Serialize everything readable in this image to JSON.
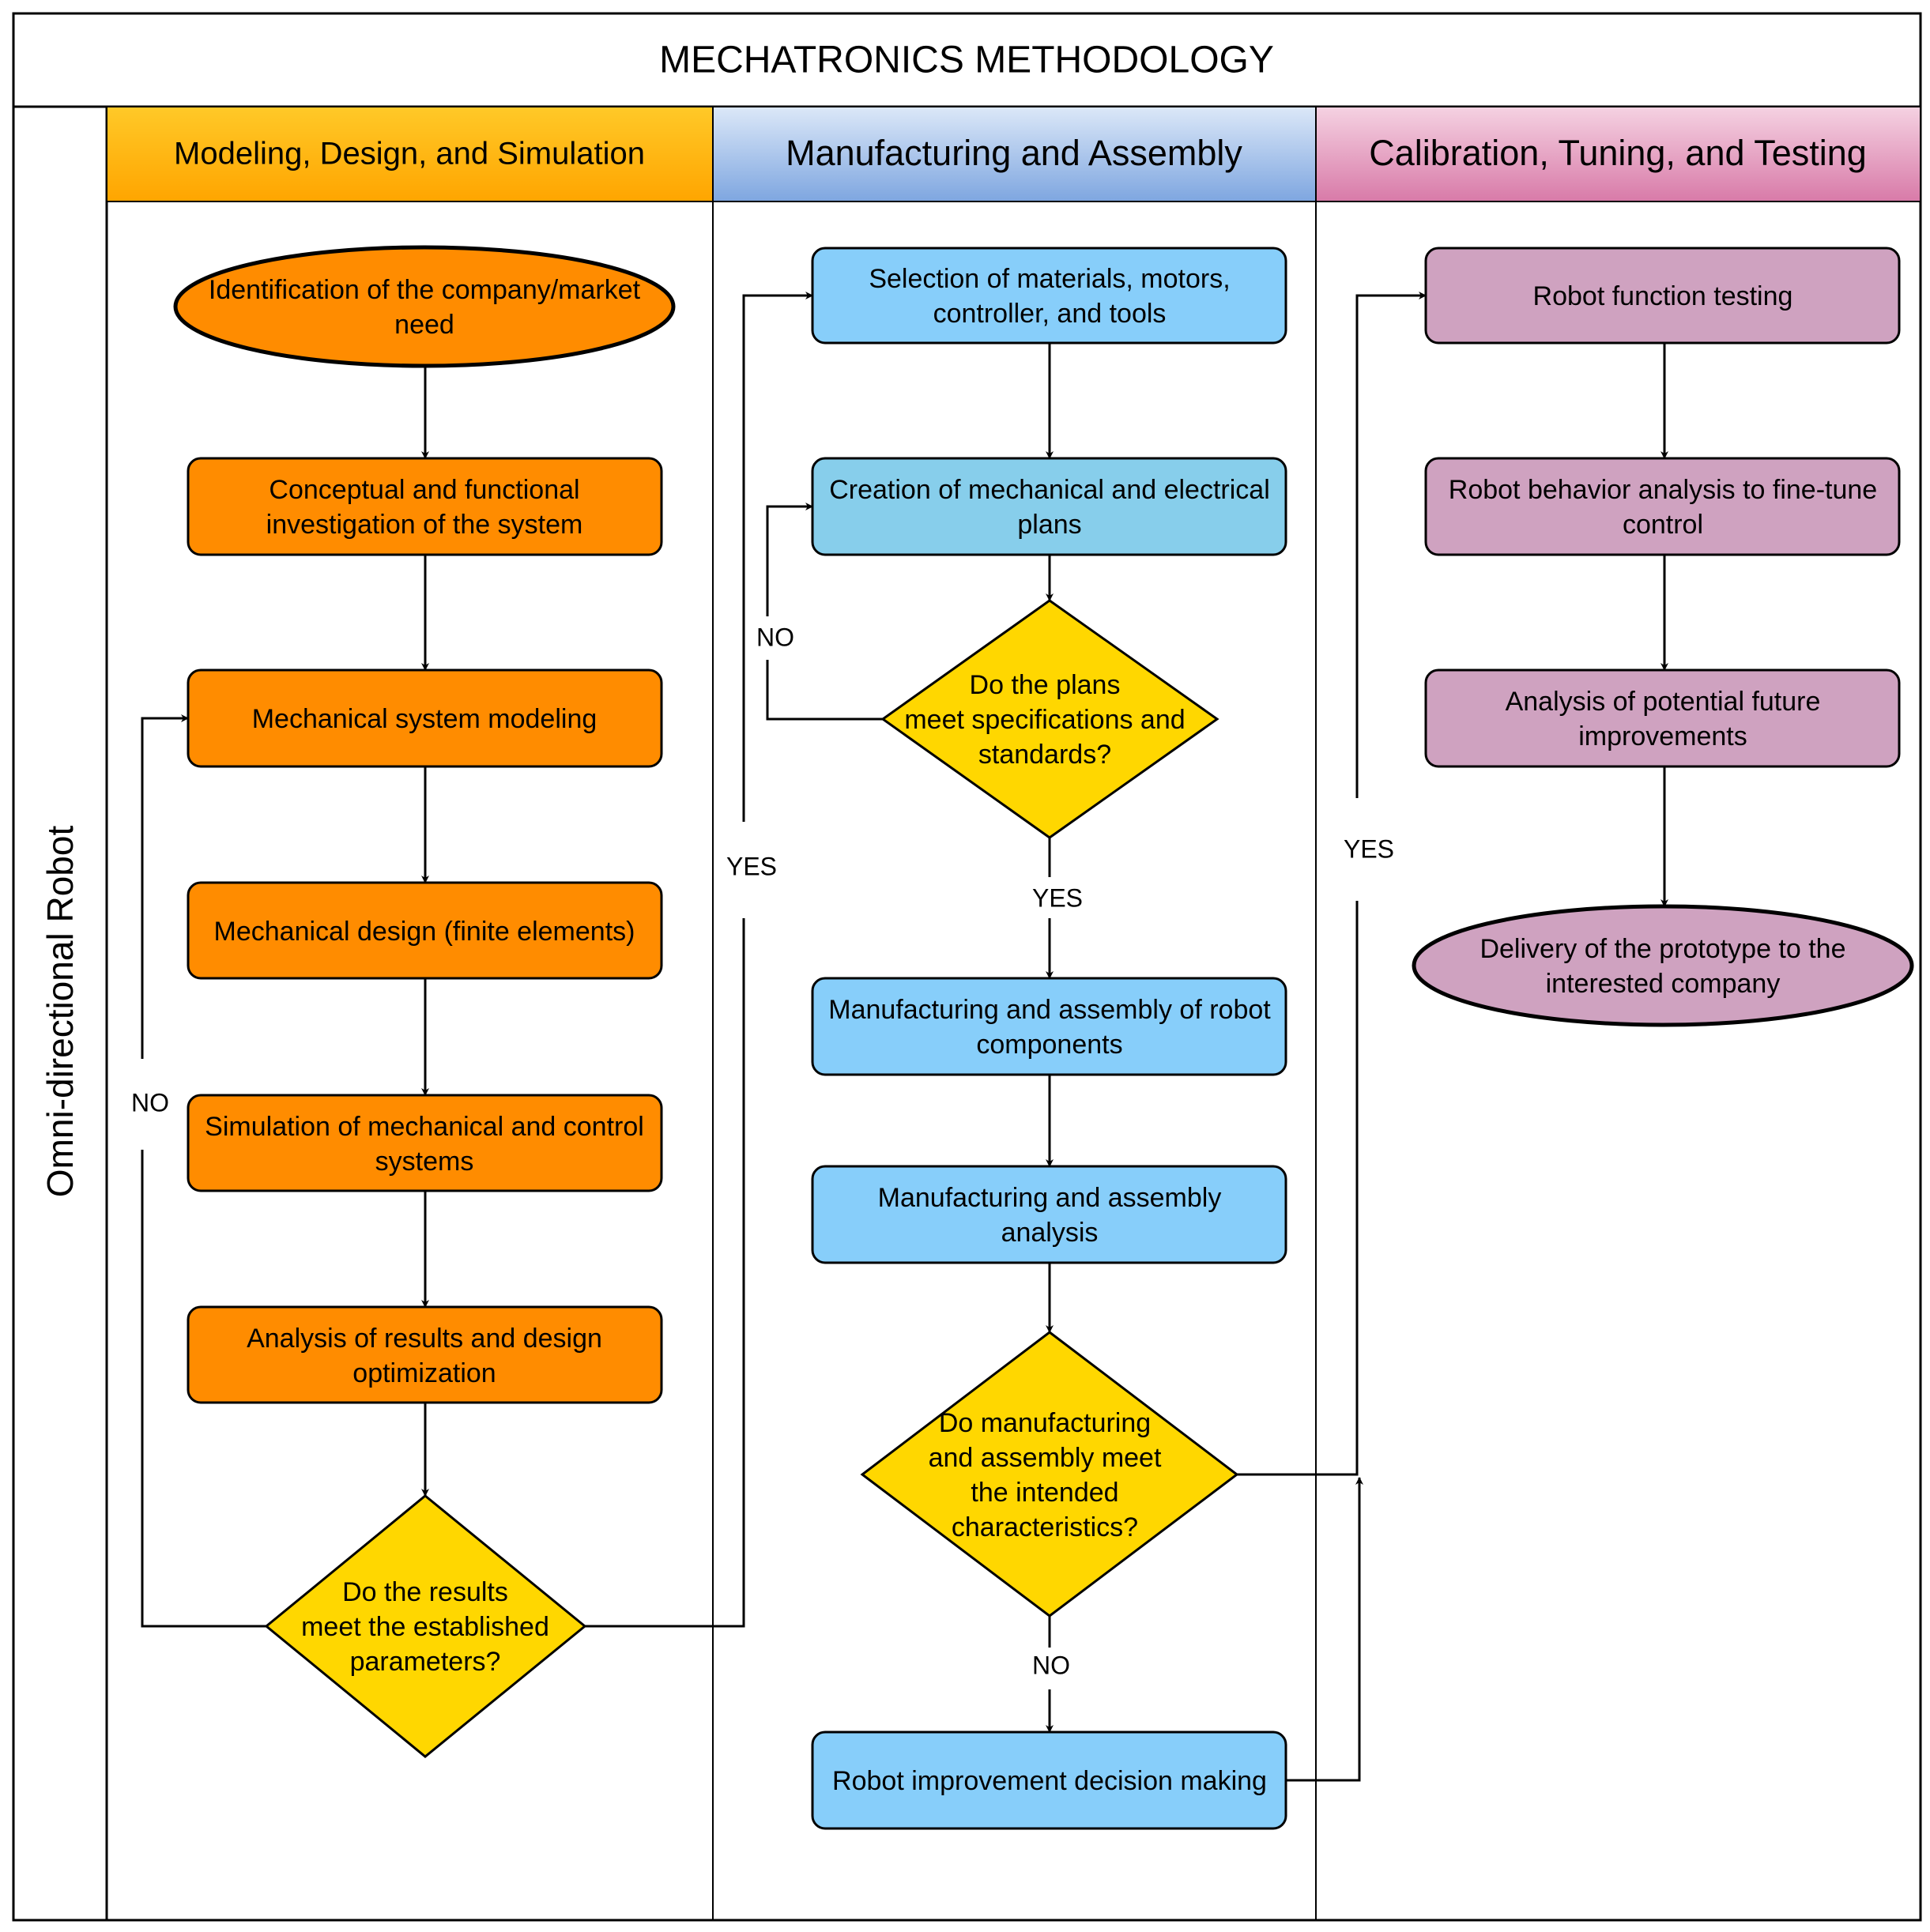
{
  "title": "MECHATRONICS METHODOLOGY",
  "pool_label": "Omni-directional Robot",
  "lanes": [
    {
      "label": "Modeling, Design, and Simulation"
    },
    {
      "label": "Manufacturing and Assembly"
    },
    {
      "label": "Calibration, Tuning, and Testing"
    }
  ],
  "colors": {
    "orange_fill": "#FF8C00",
    "blue_fill": "#87CEFA",
    "blue_fill_alt": "#87CEEB",
    "purple_fill": "#CFA2C0",
    "diamond_fill": "#FFD700",
    "lane1_header": "#FFB21A",
    "lane2_header": "#A9C6EF",
    "lane3_header": "#E6A3C0"
  },
  "nodes": {
    "n_need": {
      "lines": [
        "Identification of the company/market",
        "need"
      ]
    },
    "n_concept": {
      "lines": [
        "Conceptual and functional",
        "investigation of the system"
      ]
    },
    "n_model": {
      "lines": [
        "Mechanical system modeling"
      ]
    },
    "n_fea": {
      "lines": [
        "Mechanical design (finite elements)"
      ]
    },
    "n_sim": {
      "lines": [
        "Simulation of mechanical and control",
        "systems"
      ]
    },
    "n_opt": {
      "lines": [
        "Analysis of results and design",
        "optimization"
      ]
    },
    "d_results": {
      "lines": [
        "Do the results",
        "meet the established",
        "parameters?"
      ]
    },
    "n_select": {
      "lines": [
        "Selection of materials, motors,",
        "controller, and tools"
      ]
    },
    "n_plans": {
      "lines": [
        "Creation of mechanical and electrical",
        "plans"
      ]
    },
    "d_plans": {
      "lines": [
        "Do the plans",
        "meet specifications and",
        "standards?"
      ]
    },
    "n_mfg": {
      "lines": [
        "Manufacturing and assembly of robot",
        "components"
      ]
    },
    "n_mfg_an": {
      "lines": [
        "Manufacturing and assembly",
        "analysis"
      ]
    },
    "d_mfg": {
      "lines": [
        "Do manufacturing",
        "and assembly meet",
        "the intended",
        "characteristics?"
      ]
    },
    "n_decision": {
      "lines": [
        "Robot improvement decision making"
      ]
    },
    "n_test": {
      "lines": [
        "Robot function testing"
      ]
    },
    "n_behavior": {
      "lines": [
        "Robot behavior analysis to fine-tune",
        "control"
      ]
    },
    "n_future": {
      "lines": [
        "Analysis of potential future",
        "improvements"
      ]
    },
    "n_delivery": {
      "lines": [
        "Delivery of the prototype to the",
        "interested company"
      ]
    }
  },
  "edge_labels": {
    "no_results": "NO",
    "yes_results": "YES",
    "no_plans": "NO",
    "yes_plans": "YES",
    "no_mfg": "NO",
    "yes_mfg": "YES"
  }
}
